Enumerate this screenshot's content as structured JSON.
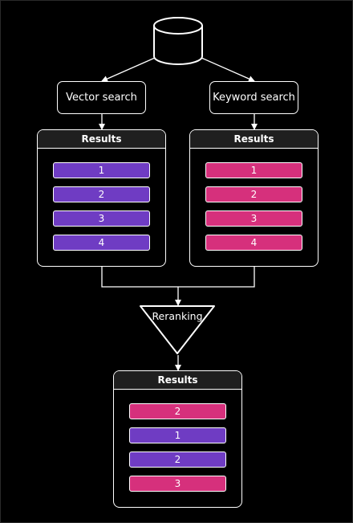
{
  "nodes": {
    "vector_search": "Vector search",
    "keyword_search": "Keyword search",
    "reranking": "Reranking"
  },
  "panels": {
    "vector_results": {
      "title": "Results",
      "items": [
        {
          "label": "1",
          "source": "vector"
        },
        {
          "label": "2",
          "source": "vector"
        },
        {
          "label": "3",
          "source": "vector"
        },
        {
          "label": "4",
          "source": "vector"
        }
      ]
    },
    "keyword_results": {
      "title": "Results",
      "items": [
        {
          "label": "1",
          "source": "keyword"
        },
        {
          "label": "2",
          "source": "keyword"
        },
        {
          "label": "3",
          "source": "keyword"
        },
        {
          "label": "4",
          "source": "keyword"
        }
      ]
    },
    "final_results": {
      "title": "Results",
      "items": [
        {
          "label": "2",
          "source": "keyword"
        },
        {
          "label": "1",
          "source": "vector"
        },
        {
          "label": "2",
          "source": "vector"
        },
        {
          "label": "3",
          "source": "keyword"
        }
      ]
    }
  },
  "icons": {
    "database": "database-icon",
    "reranking": "funnel-triangle-icon"
  },
  "colors": {
    "background": "#000000",
    "stroke": "#ffffff",
    "panel_header": "#1f1f1f",
    "vector": "#6f3cc3",
    "keyword": "#d6307c"
  }
}
